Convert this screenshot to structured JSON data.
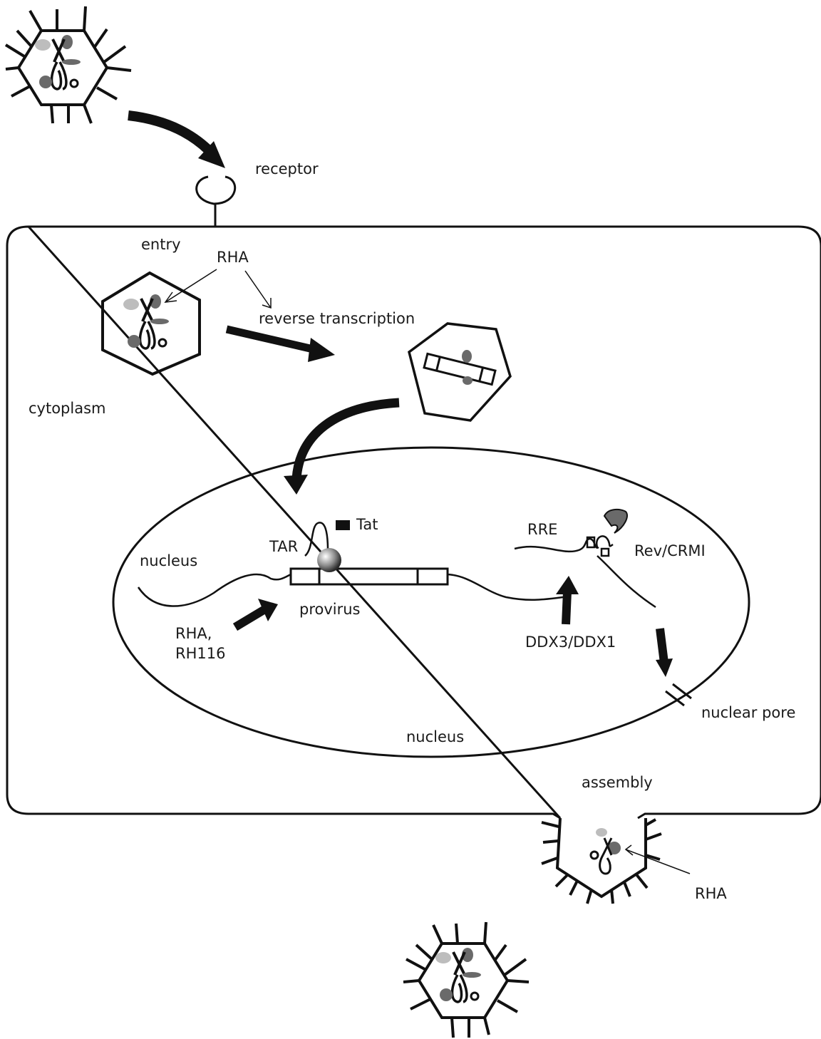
{
  "labels": {
    "receptor": "receptor",
    "entry": "entry",
    "rha_entry": "RHA",
    "reverse_transcription": "reverse transcription",
    "cytoplasm": "cytoplasm",
    "tat": "Tat",
    "tar": "TAR",
    "nucleus_left": "nucleus",
    "provirus": "provirus",
    "rha_provirus": "RHA,",
    "rh116": "RH116",
    "rre": "RRE",
    "rev_crmi": "Rev/CRMI",
    "ddx": "DDX3/DDX1",
    "nuclear_pore": "nuclear pore",
    "nucleus_bottom": "nucleus",
    "assembly": "assembly",
    "rha_assembly": "RHA"
  },
  "colors": {
    "ink": "#111111",
    "protein_dark": "#6a6a6a",
    "protein_light": "#bdbdbd"
  }
}
